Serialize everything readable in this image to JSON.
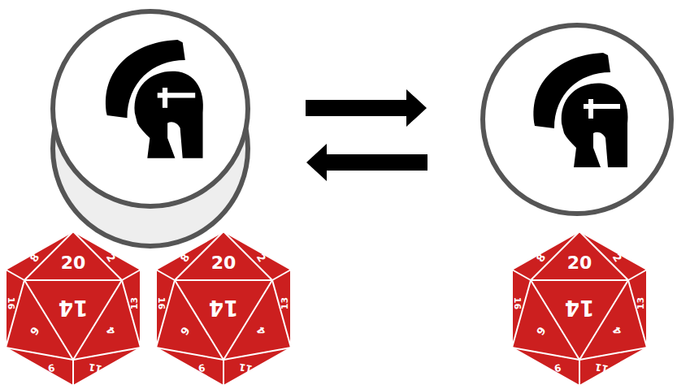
{
  "diagram": {
    "nodes": [
      {
        "text": [
          "20",
          "8",
          "2",
          "16",
          "13",
          "14",
          "6",
          "4",
          "9",
          "11"
        ]
      },
      {
        "text": [
          "20",
          "8",
          "2",
          "16",
          "13",
          "14",
          "6",
          "4",
          "9",
          "11"
        ]
      },
      {
        "text": [
          "20",
          "8",
          "2",
          "16",
          "13",
          "14",
          "6",
          "4",
          "9",
          "11"
        ]
      }
    ]
  }
}
